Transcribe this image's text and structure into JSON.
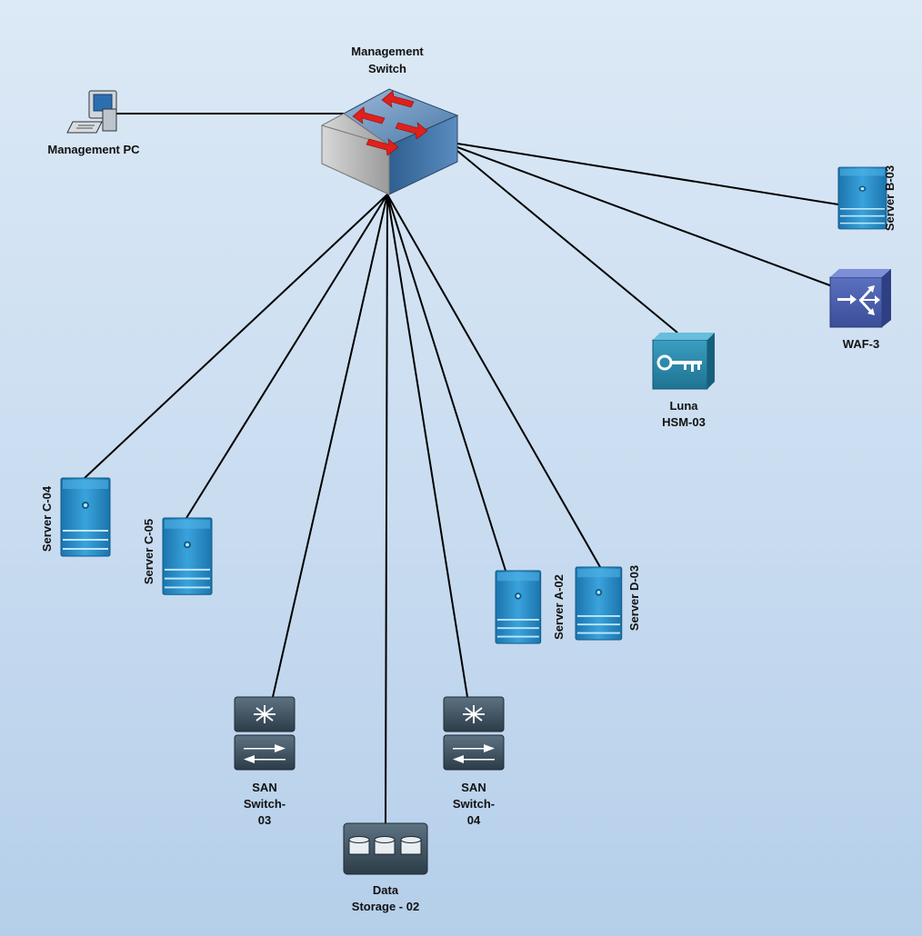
{
  "labels": {
    "management_switch": [
      "Management",
      "Switch"
    ],
    "management_pc": "Management PC",
    "server_b03": "Server B-03",
    "waf3": "WAF-3",
    "luna_hsm": [
      "Luna",
      "HSM-03"
    ],
    "server_c04": "Server C-04",
    "server_c05": "Server C-05",
    "server_a02": "Server A-02",
    "server_d03": "Server D-03",
    "san_switch_03": [
      "SAN",
      "Switch-",
      "03"
    ],
    "san_switch_04": [
      "SAN",
      "Switch-",
      "04"
    ],
    "data_storage": [
      "Data",
      "Storage - 02"
    ]
  },
  "colors": {
    "server_blue": "#2a8fc7",
    "waf_blue": "#4a5fae",
    "hsm_teal": "#2b88a8",
    "san_dark": "#3c4f5d",
    "arrow_red": "#e0201b",
    "switch_blue": "#3f6f9f"
  },
  "icons": {
    "management_switch": "layer2-switch-icon",
    "management_pc": "workstation-icon",
    "servers": "server-icon",
    "waf": "web-application-firewall-icon",
    "hsm": "key-hsm-icon",
    "san_switch": "san-switch-icon",
    "storage": "storage-array-icon"
  }
}
